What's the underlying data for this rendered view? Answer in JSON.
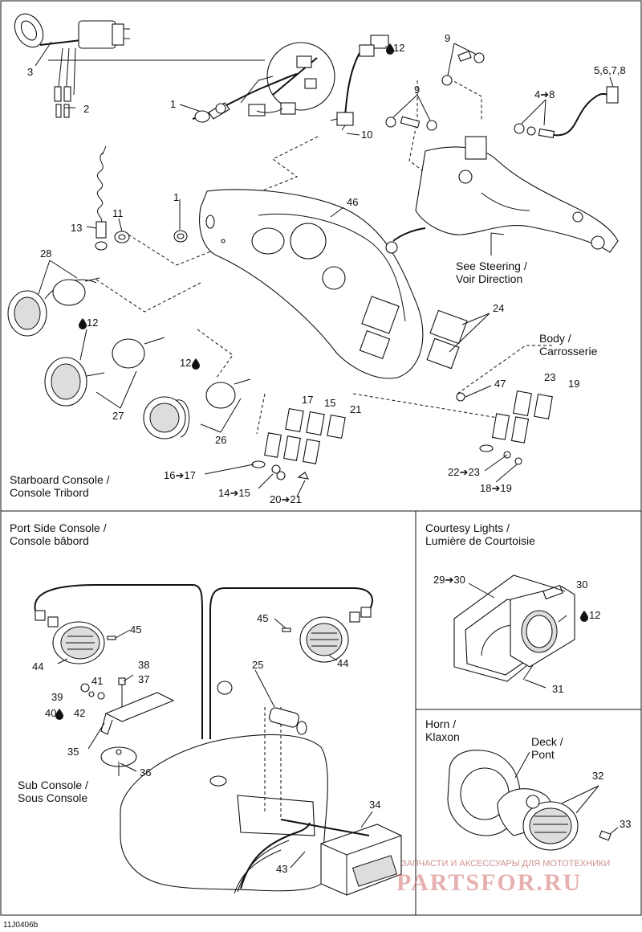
{
  "sections": {
    "starboard": "Starboard Console / Console Tribord",
    "port": "Port Side Console / Console bâbord",
    "courtesy": "Courtesy Lights / Lumière de Courtoisie",
    "horn": "Horn / Klaxon"
  },
  "notes": {
    "steering": "See  Steering / Voir Direction",
    "body": "Body / Carrosserie",
    "sub_console": "Sub Console / Sous Console",
    "deck": "Deck / Pont"
  },
  "callouts": {
    "c1a": "1",
    "c1b": "1",
    "c2": "2",
    "c3": "3",
    "c4_8": "4➔8",
    "c5_8": "5,6,7,8",
    "c9a": "9",
    "c9b": "9",
    "c10": "10",
    "c11": "11",
    "c12a": "12",
    "c12b": "12",
    "c12c": "12",
    "c12d": "12",
    "c13": "13",
    "c14_15": "14➔15",
    "c15": "15",
    "c16_17": "16➔17",
    "c17": "17",
    "c18_19": "18➔19",
    "c19": "19",
    "c20_21": "20➔21",
    "c21": "21",
    "c22_23": "22➔23",
    "c23": "23",
    "c24": "24",
    "c25": "25",
    "c26": "26",
    "c27": "27",
    "c28": "28",
    "c29_30": "29➔30",
    "c30": "30",
    "c31": "31",
    "c32": "32",
    "c33": "33",
    "c34": "34",
    "c35": "35",
    "c36": "36",
    "c37": "37",
    "c38": "38",
    "c39": "39",
    "c40": "40",
    "c41": "41",
    "c42": "42",
    "c43": "43",
    "c44a": "44",
    "c44b": "44",
    "c45a": "45",
    "c45b": "45",
    "c46": "46",
    "c47": "47"
  },
  "drawing_code": "11J0406b",
  "watermark": {
    "small": "ЗАПЧАСТИ И АКСЕССУАРЫ ДЛЯ МОТОТЕХНИКИ",
    "brand": "PARTSFOR.RU"
  }
}
